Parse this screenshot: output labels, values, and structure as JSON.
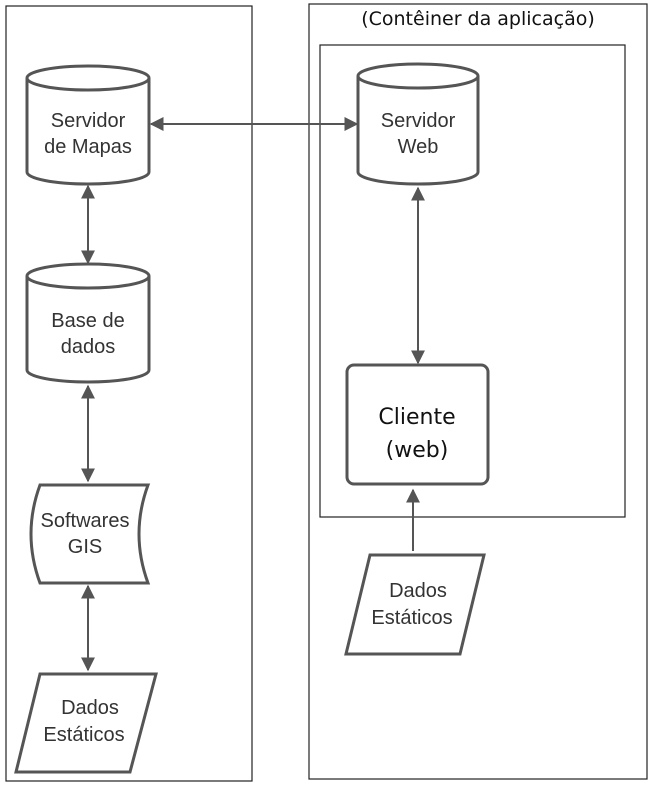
{
  "container": {
    "title": "(Contêiner da aplicação)"
  },
  "nodes": {
    "map_server": {
      "line1": "Servidor",
      "line2": "de Mapas"
    },
    "database": {
      "line1": "Base de",
      "line2": "dados"
    },
    "gis_software": {
      "line1": "Softwares",
      "line2": "GIS"
    },
    "static_data_left": {
      "line1": "Dados",
      "line2": "Estáticos"
    },
    "web_server": {
      "line1": "Servidor",
      "line2": "Web"
    },
    "web_client": {
      "line1": "Cliente",
      "line2": "(web)"
    },
    "static_data_right": {
      "line1": "Dados",
      "line2": "Estáticos"
    }
  },
  "colors": {
    "stroke": "#555555",
    "frame": "#222222",
    "text": "#333333"
  }
}
